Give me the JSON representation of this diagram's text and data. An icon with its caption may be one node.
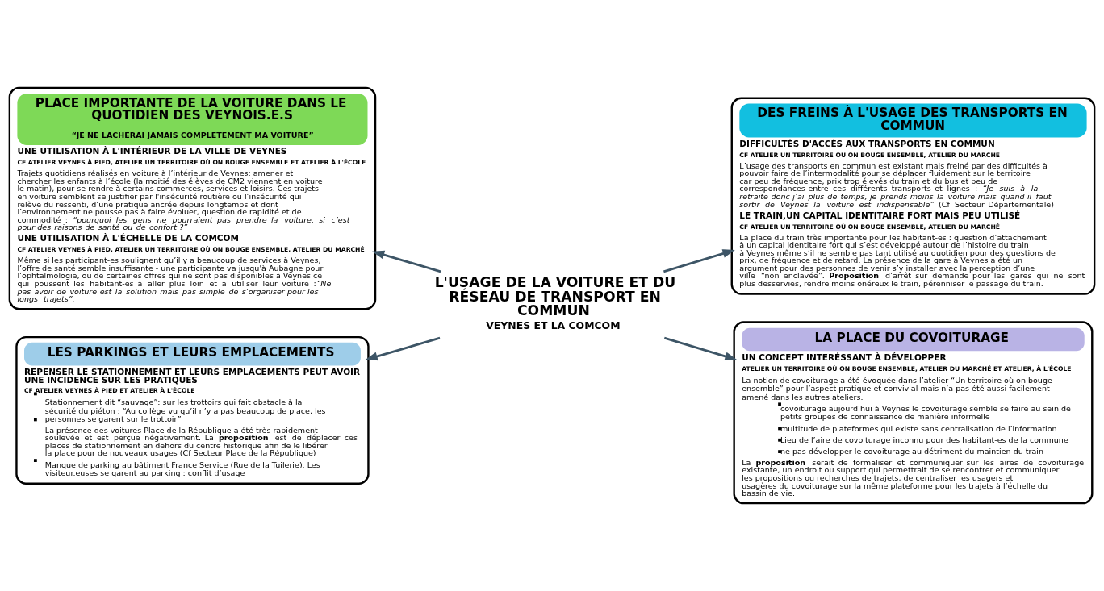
{
  "diagram": {
    "nodes": [
      {
        "text": [
          "PLACE IMPORTANTE DE LA VOITURE DANS LE QUOTIDIEN DES VEYNOIS.E.S",
          "“JE NE LACHERAI JAMAIS COMPLETEMENT MA VOITURE”",
          "UNE UTILISATION À L'INTÉRIEUR DE LA VILLE DE VEYNES",
          "CF ATELIER VEYNES À PIED, ATELIER UN TERRITOIRE OÙ ON BOUGE ENSEMBLE ET ATELIER À L'ÉCOLE",
          "Trajets quotidiens réalisés en voiture à l’intérieur de Veynes: amener et chercher les enfants à l’école (la moitié des élèves de CM2 viennent en voiture le matin), pour se rendre à certains commerces, services et loisirs. Ces trajets en voiture semblent se justifier par l'insécurité routière ou l’insécurité qui relève du ressenti, d’une pratique ancrée depuis longtemps et dont l’environnement ne pousse pas à faire évoluer, question de rapidité et de commodité : *“pourquoi les gens ne pourraient pas prendre la voiture, si c’est pour des raisons de santé ou de confort ?”*",
          "UNE UTILISATION À L'ÉCHELLE DE LA COMCOM",
          "CF ATELIER VEYNES À PIED, ATELIER UN TERRITOIRE OÙ ON BOUGE ENSEMBLE, ATELIER DU MARCHÉ",
          "Même si les participant-es soulignent qu’il y a beaucoup de services à Veynes, l’offre de santé semble insuffisante - une participante va jusqu'à Aubagne pour l’ophtalmologie, ou de certaines offres qui ne sont pas disponibles à Veynes ce qui poussent les habitant-es à aller plus loin et à utiliser leur voiture :*“Ne pas avoir de voiture est la solution mais pas simple de s’organiser pour les longs trajets”*."
        ]
      },
      {
        "text": [
          "DES FREINS À L'USAGE DES TRANSPORTS EN COMMUN",
          "DIFFICULTÉS D'ACCÈS AUX TRANSPORTS EN COMMUN",
          "CF ATELIER UN TERRITOIRE OÙ ON BOUGE ENSEMBLE, ATELIER DU MARCHÉ",
          "L’usage des transports en commun est existant mais freiné par des difficultés à pouvoir faire de l’intermodalité pour se déplacer fluidement sur le territoire car peu de fréquence, prix trop élevés du train et du bus et peu de correspondances entre ces différents transports et lignes : *“Je suis à la retraite donc j’ai plus de temps, je prends moins la voiture mais quand il faut sortir de Veynes la voiture est indispensable”* (Cf Secteur Départementale)",
          "LE TRAIN,UN CAPITAL IDENTITAIRE FORT MAIS PEU UTILISÉ",
          "CF ATELIER UN TERRITOIRE OÙ ON BOUGE ENSEMBLE, ATELIER DU MARCHÉ",
          "La place du train très importante pour les habitant-es : question d’attachement à un capital identitaire fort qui s’est développé autour de l’histoire du train à Veynes même s’il ne semble pas tant utilisé au quotidien pour des questions de prix, de fréquence et de retard. La présence de la gare à Veynes a été un argument pour des personnes de venir s’y installer avec la perception d’une ville “non enclavée”. **Proposition** d’arrêt sur demande pour les gares qui ne sont plus desservies, rendre moins onéreux le train, pérenniser le passage du train."
        ]
      },
      {
        "text": [
          "L'USAGE DE LA VOITURE ET DU RÉSEAU DE TRANSPORT EN COMMUN",
          "VEYNES ET LA COMCOM"
        ]
      },
      {
        "text": [
          "LES PARKINGS ET LEURS EMPLACEMENTS",
          "REPENSER LE STATIONNEMENT ET LEURS EMPLACEMENTS PEUT AVOIR UNE INCIDENCE SUR LES PRATIQUES",
          "CF ATELIER VEYNES À PIED ET ATELIER À L'ÉCOLE",
          "Stationnement dit “sauvage”: sur les trottoirs qui fait obstacle à la sécurité du piéton : “Au collège vu qu’il n’y a pas beaucoup de place, les personnes se garent sur le trottoir”",
          "La présence des voitures Place de la République a été très rapidement soulevée et est perçue négativement. La **proposition** est de déplacer ces places de stationnement en dehors du centre historique afin de le libérer la place pour de nouveaux usages (Cf Secteur Place de la République)",
          "Manque de parking au bâtiment France Service (Rue de la Tuilerie). Les visiteur.euses se garent au parking : conflit d’usage"
        ]
      },
      {
        "text": [
          "LA PLACE DU COVOITURAGE",
          "UN CONCEPT INTERÉSSANT À DÉVELOPPER",
          "ATELIER UN TERRITOIRE OÙ ON BOUGE ENSEMBLE, ATELIER DU MARCHÉ ET ATELIER, À L'ÉCOLE",
          "La notion de covoiturage a été évoquée dans l’atelier “Un territoire où on bouge ensemble” pour l’aspect pratique et convivial mais n’a pas été aussi facilement amené dans les autres ateliers.",
          "covoiturage aujourd’hui à Veynes le covoiturage semble se faire au sein de petits groupes de connaissance de manière informelle",
          "multitude de plateformes qui existe sans centralisation de l’information",
          "Lieu de l’aire de covoiturage inconnu pour des habitant-es de la commune",
          "ne pas développer le covoiturage au détriment du maintien du train",
          "La **proposition** serait de formaliser et communiquer sur les aires de covoiturage existante, un endroit ou support qui permettrait de se rencontrer et communiquer les propositions ou recherches de trajets, de centraliser les usagers et usagères du covoiturage sur la même plateforme pour les trajets à l’échelle du bassin de vie."
        ]
      }
    ],
    "edges": [
      {
        "from": 2,
        "to": 0,
        "arrow": "to"
      },
      {
        "from": 2,
        "to": 1,
        "arrow": "to"
      },
      {
        "from": 2,
        "to": 3,
        "arrow": "to"
      },
      {
        "from": 2,
        "to": 4,
        "arrow": "to"
      }
    ]
  }
}
